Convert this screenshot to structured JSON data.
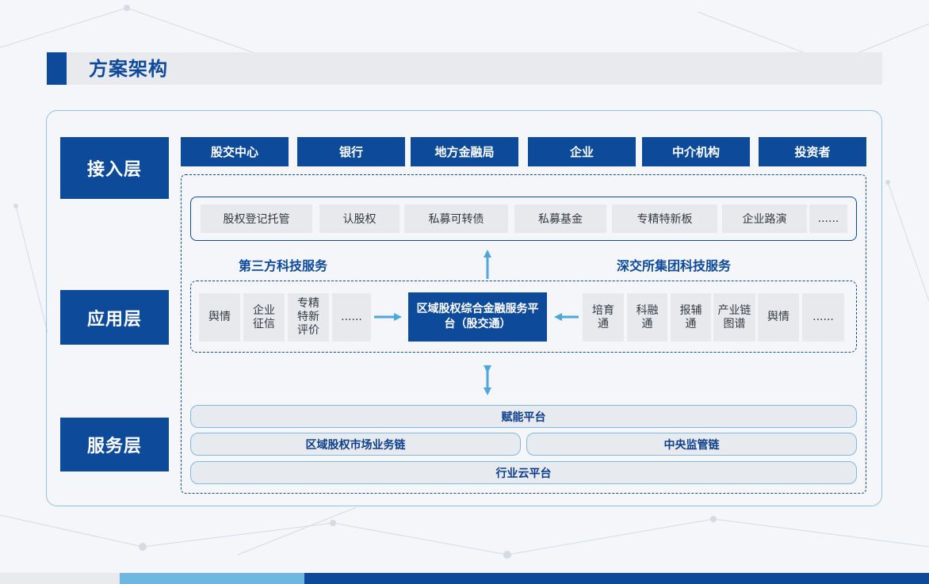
{
  "header": {
    "title": "方案架构"
  },
  "layers": {
    "access": "接入层",
    "application": "应用层",
    "service": "服务层"
  },
  "access_items": [
    "股交中心",
    "银行",
    "地方金融局",
    "企业",
    "中介机构",
    "投资者"
  ],
  "application_items": [
    "股权登记托管",
    "认股权",
    "私募可转债",
    "私募基金",
    "专精特新板",
    "企业路演",
    "......"
  ],
  "third_party": {
    "title": "第三方科技服务",
    "items": [
      "舆情",
      "企业\n征信",
      "专精\n特新\n评价",
      "......"
    ]
  },
  "szse_group": {
    "title": "深交所集团科技服务",
    "items": [
      "培育\n通",
      "科融\n通",
      "报辅\n通",
      "产业链\n图谱",
      "舆情",
      "......"
    ]
  },
  "center_platform": "区域股权综合金融服务平台（股交通）",
  "service_layer": {
    "empower": "赋能平台",
    "regional_chain": "区域股权市场业务链",
    "central_chain": "中央监管链",
    "industry_cloud": "行业云平台"
  },
  "colors": {
    "primary": "#0d4a9a",
    "arrow": "#4ea7dc",
    "frame": "#8ec3e6",
    "item_bg": "#e7e9ec"
  }
}
